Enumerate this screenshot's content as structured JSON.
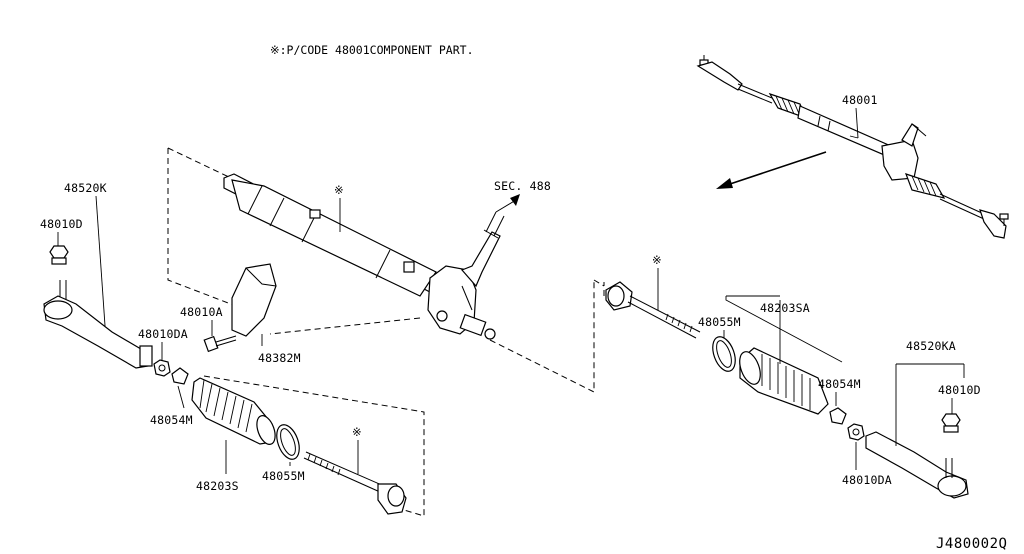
{
  "note": "※:P/CODE 48001COMPONENT PART.",
  "diagram_code": "J480002Q",
  "labels": {
    "p48001": "48001",
    "sec": "SEC. 488",
    "star_main": "※",
    "star_right": "※",
    "star_left": "※",
    "p48520K": "48520K",
    "p48010D_left": "48010D",
    "p48010A": "48010A",
    "p48010DA_left": "48010DA",
    "p48382M": "48382M",
    "p48054M_left": "48054M",
    "p48203S": "48203S",
    "p48055M_left": "48055M",
    "p48055M_right": "48055M",
    "p48203SA": "48203SA",
    "p48054M_right": "48054M",
    "p48520KA": "48520KA",
    "p48010D_right": "48010D",
    "p48010DA_right": "48010DA"
  },
  "icons": [
    "arrow-icon",
    "reference-mark-icon"
  ]
}
